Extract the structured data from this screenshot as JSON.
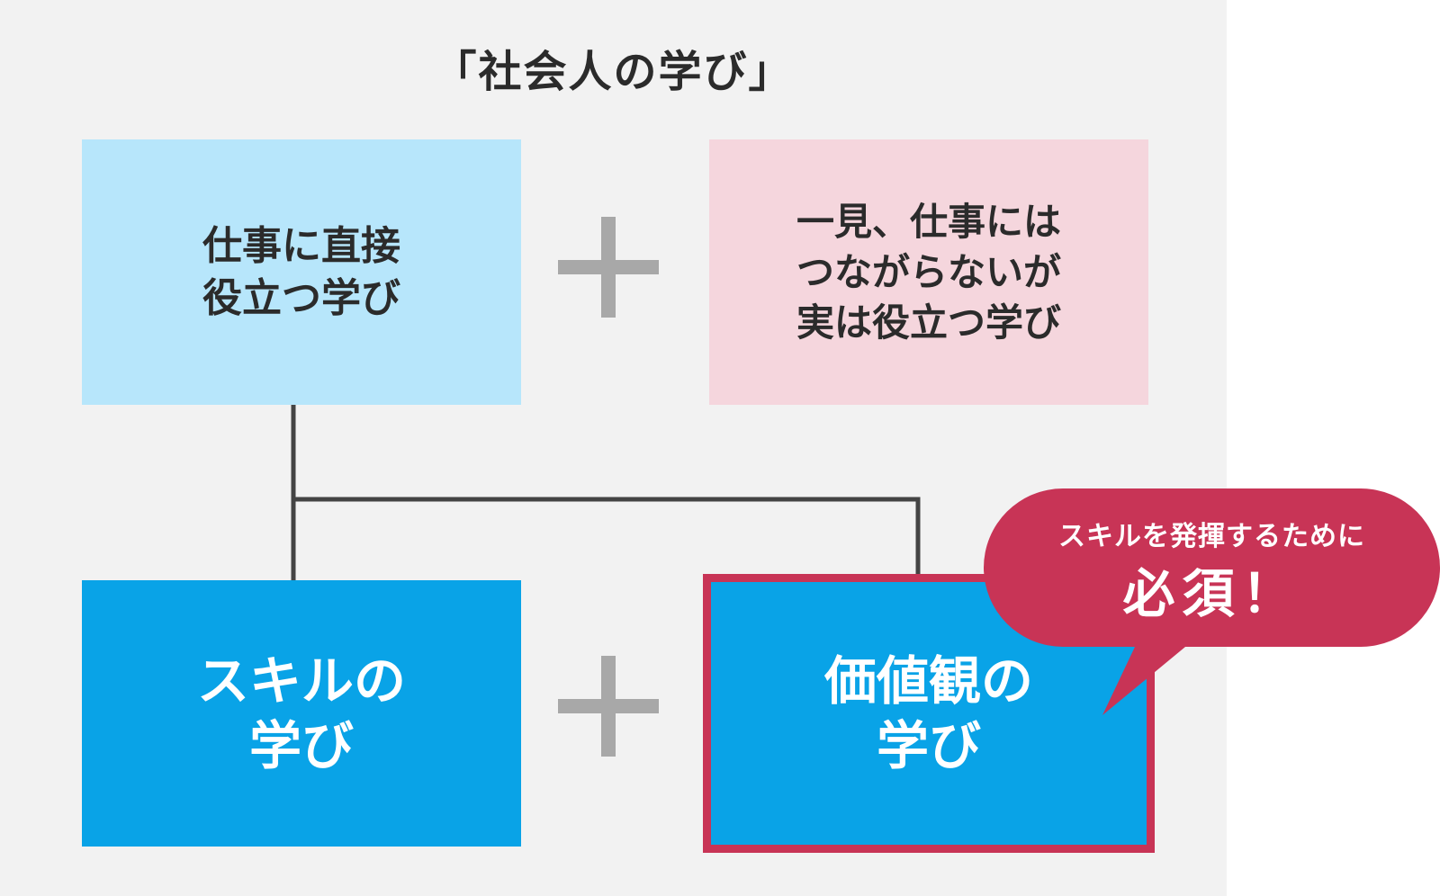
{
  "title": "「社会人の学び」",
  "boxes": {
    "top_left": "仕事に直接\n役立つ学び",
    "top_right": "一見、仕事には\nつながらないが\n実は役立つ学び",
    "bottom_left": "スキルの\n学び",
    "bottom_right": "価値観の\n学び"
  },
  "callout": {
    "line1": "スキルを発揮するために",
    "line2": "必須！"
  },
  "colors": {
    "panel_bg": "#f2f2f2",
    "light_blue": "#b7e6fb",
    "light_pink": "#f5d6dd",
    "blue": "#09a3e7",
    "accent_red": "#c83456",
    "plus_gray": "#a8a8a8",
    "line_dark": "#444444"
  },
  "icons": [
    "plus-icon",
    "plus-icon"
  ]
}
